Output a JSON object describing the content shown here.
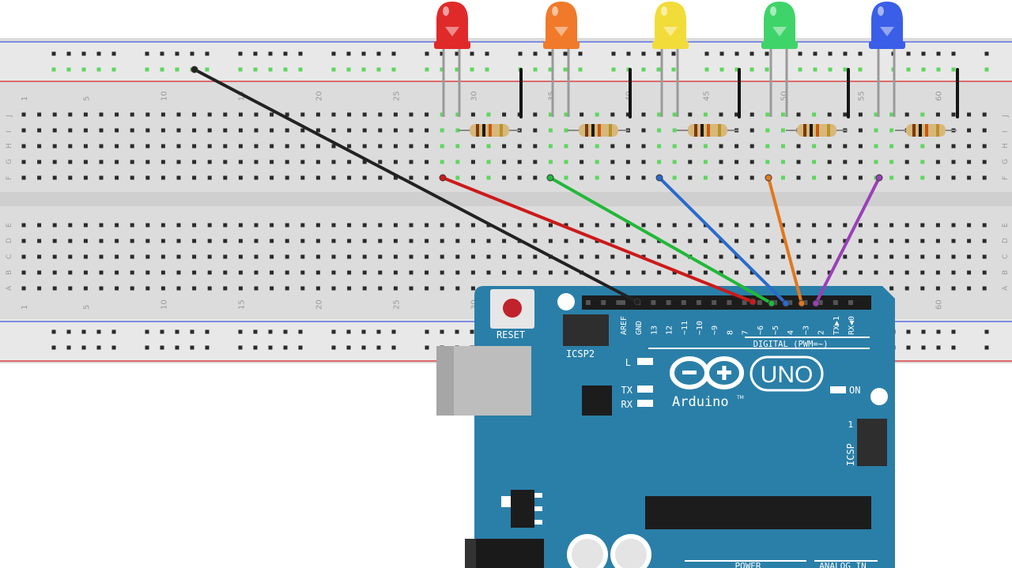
{
  "breadboard": {
    "column_numbers": [
      "1",
      "5",
      "10",
      "15",
      "20",
      "25",
      "30",
      "35",
      "40",
      "45",
      "50",
      "55",
      "60"
    ],
    "row_letters_top": [
      "J",
      "I",
      "H",
      "G",
      "F"
    ],
    "row_letters_bottom": [
      "E",
      "D",
      "C",
      "B",
      "A"
    ]
  },
  "leds": [
    {
      "name": "red",
      "color": "#e02a2a"
    },
    {
      "name": "orange",
      "color": "#f07a2a"
    },
    {
      "name": "yellow",
      "color": "#f2dc3a"
    },
    {
      "name": "green",
      "color": "#3fd46a"
    },
    {
      "name": "blue",
      "color": "#3a5ee8"
    }
  ],
  "wires": [
    {
      "name": "gnd",
      "color": "#222222"
    },
    {
      "name": "red",
      "color": "#cc1a1a"
    },
    {
      "name": "green",
      "color": "#22b83a"
    },
    {
      "name": "blue",
      "color": "#2a6acc"
    },
    {
      "name": "orange",
      "color": "#e0781e"
    },
    {
      "name": "purple",
      "color": "#9a40b8"
    }
  ],
  "arduino": {
    "color": "#2a7fa8",
    "reset_label": "RESET",
    "icsp2_label": "ICSP2",
    "icsp_label": "ICSP",
    "icsp_pin1": "1",
    "led_labels": [
      "L",
      "TX",
      "RX"
    ],
    "on_label": "ON",
    "logo_text": "UNO",
    "brand": "Arduino",
    "trademark": "TM",
    "digital_label": "DIGITAL (PWM=~)",
    "power_label": "POWER",
    "analog_label": "ANALOG IN",
    "digital_pins": [
      "AREF",
      "GND",
      "13",
      "12",
      "~11",
      "~10",
      "~9",
      "8",
      "7",
      "~6",
      "~5",
      "4",
      "~3",
      "2",
      "TX▶1",
      "RX◀0"
    ]
  }
}
